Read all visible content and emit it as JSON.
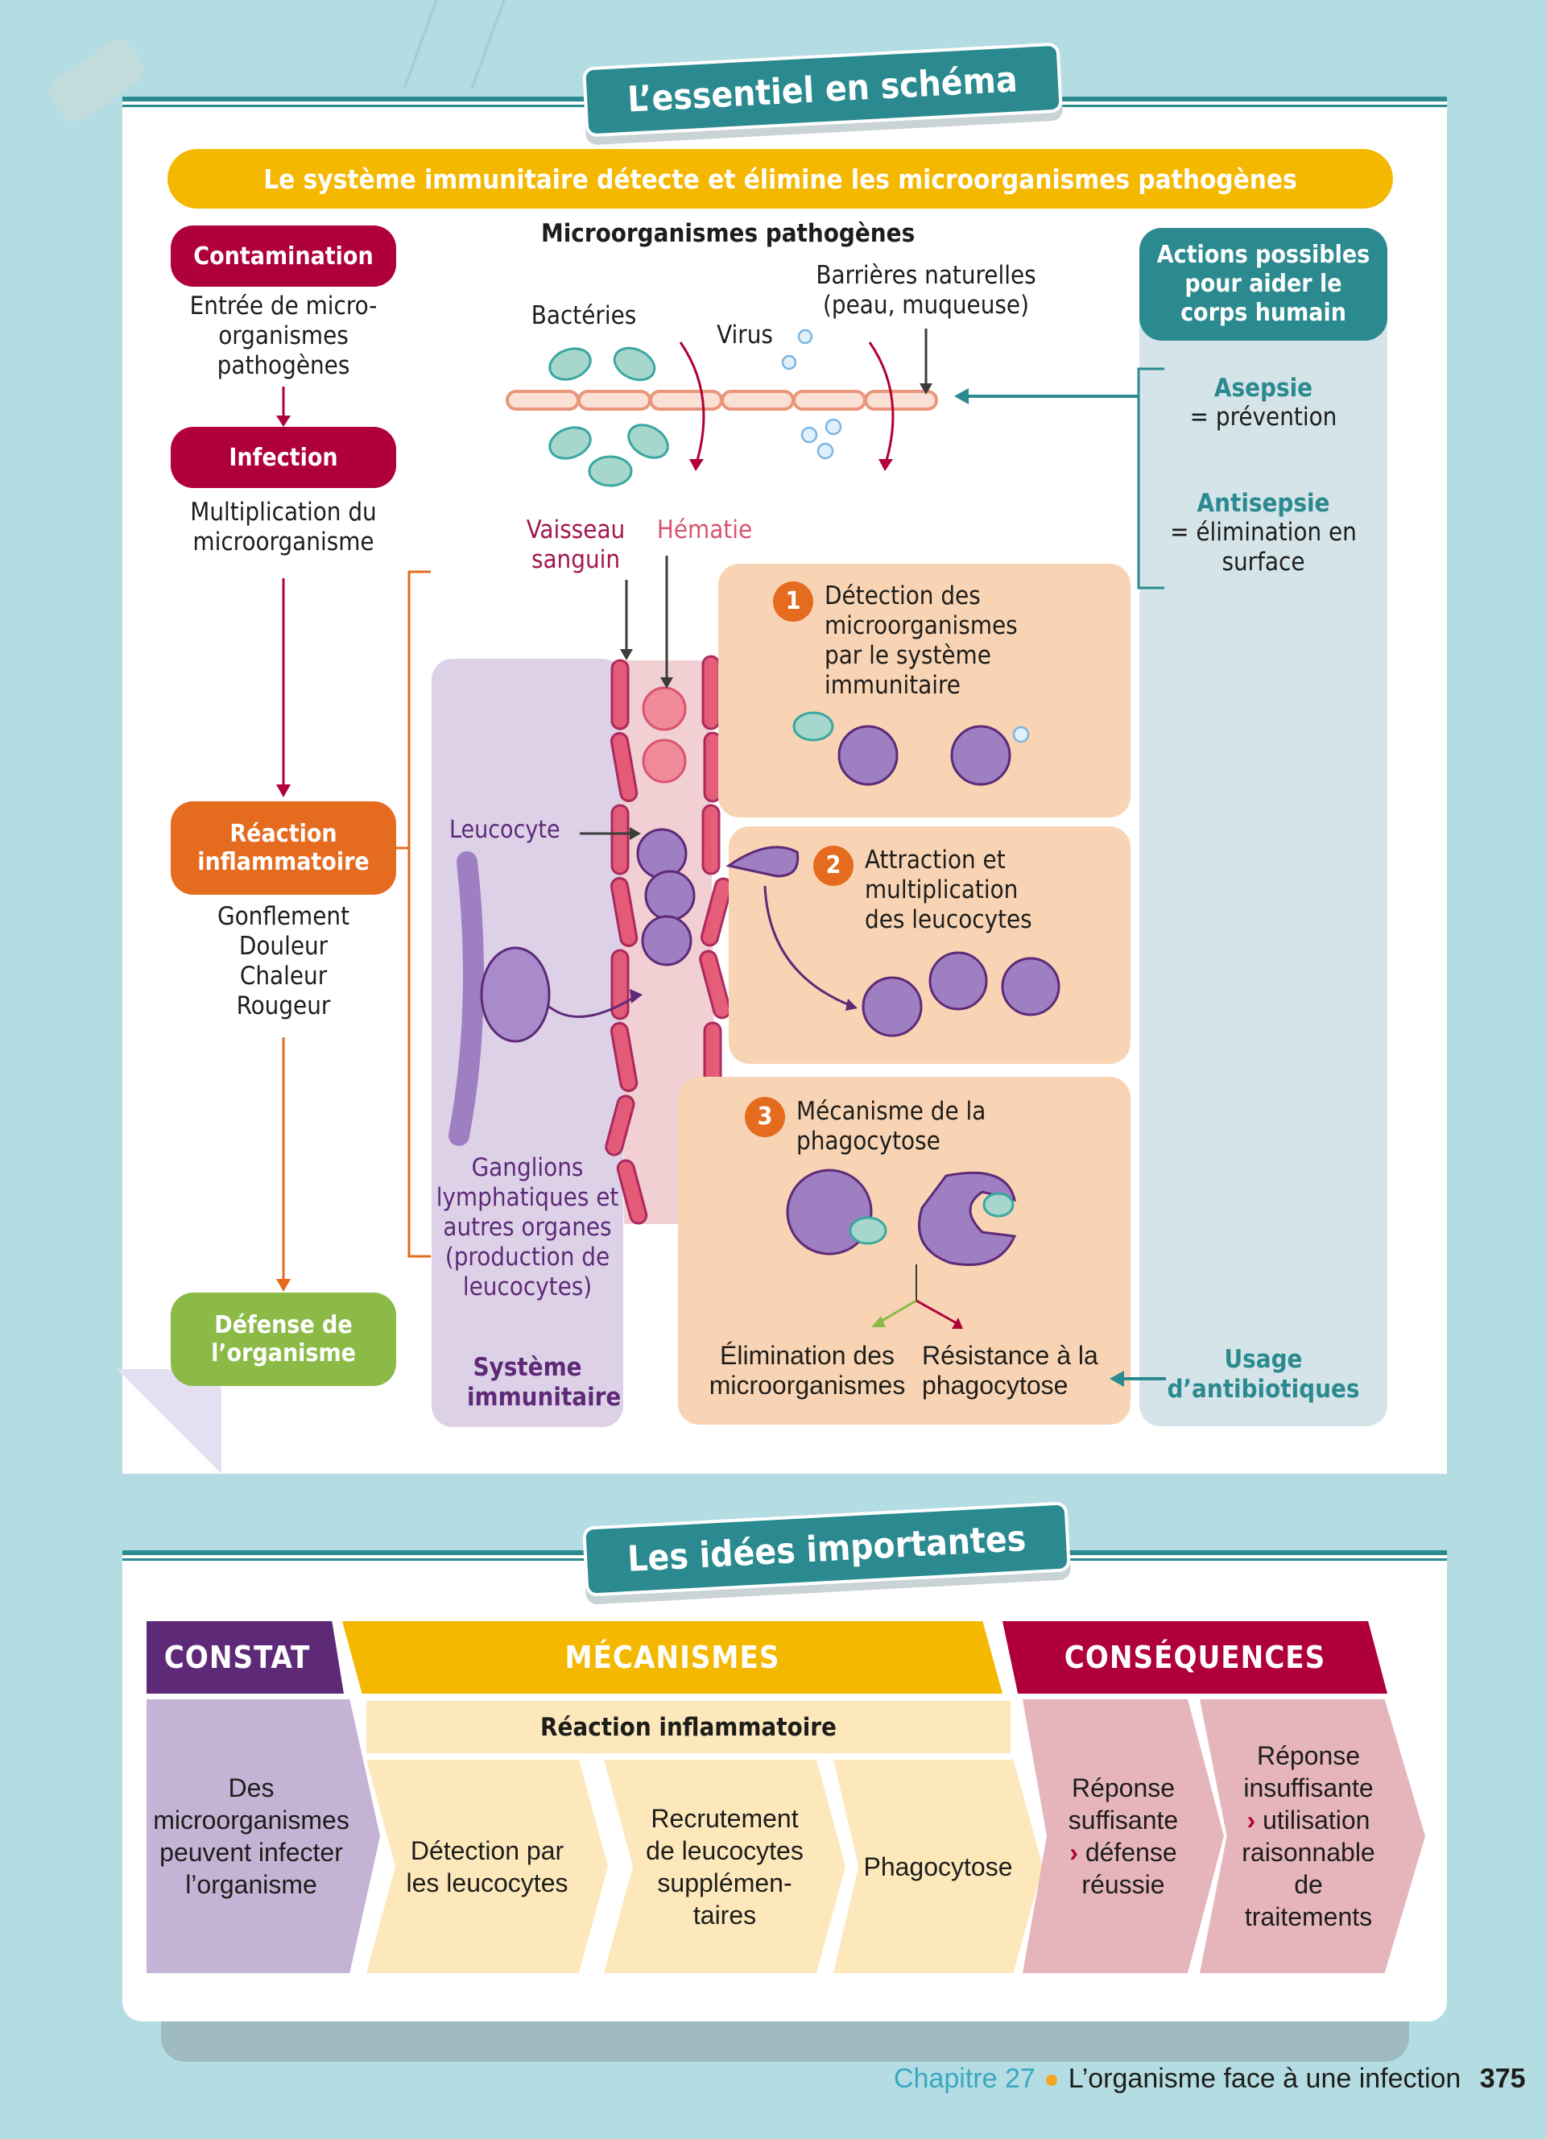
{
  "section1": {
    "tag": "L’essentiel en schéma",
    "banner": "Le système immunitaire détecte et élimine les microorganismes pathogènes",
    "colors": {
      "banner": "#f5b800",
      "crimson": "#b0003a",
      "orange": "#e56b1f",
      "green": "#8cba47",
      "teal": "#2a8a8f",
      "purple": "#5e2a78"
    },
    "flow": {
      "contamination": {
        "label": "Contamination",
        "desc": "Entrée de micro-organismes pathogènes"
      },
      "infection": {
        "label": "Infection",
        "desc": "Multiplication du microorganisme"
      },
      "reaction": {
        "label": "Réaction inflammatoire",
        "symptoms": [
          "Gonflement",
          "Douleur",
          "Chaleur",
          "Rougeur"
        ]
      },
      "defense": {
        "label": "Défense de l’organisme"
      }
    },
    "pathogens": {
      "title": "Microorganismes pathogènes",
      "bacteria": "Bactéries",
      "virus": "Virus",
      "barrier": "Barrières naturelles (peau, muqueuse)"
    },
    "vessel": {
      "vessel_label": "Vaisseau sanguin",
      "hematie_label": "Hématie",
      "leucocyte_label": "Leucocyte"
    },
    "immune_system": {
      "organs": "Ganglions lymphatiques et autres organes (production de leucocytes)",
      "title": "Système immunitaire"
    },
    "steps": [
      {
        "num": "1",
        "text": "Détection des microorganismes par le système immunitaire"
      },
      {
        "num": "2",
        "text": "Attraction et multiplication des leucocytes"
      },
      {
        "num": "3",
        "text": "Mécanisme de la phagocytose"
      }
    ],
    "outcomes": {
      "elimination": "Élimination des microorganismes",
      "resistance": "Résistance à la phagocytose"
    },
    "actions": {
      "title": "Actions possibles pour aider le corps humain",
      "asepsie": {
        "term": "Asepsie",
        "def": "= prévention"
      },
      "antisepsie": {
        "term": "Antisepsie",
        "def": "= élimination en surface"
      },
      "antibiotics": "Usage d’antibiotiques"
    }
  },
  "section2": {
    "tag": "Les idées importantes",
    "headers": {
      "constat": "CONSTAT",
      "mecanismes": "MÉCANISMES",
      "consequences": "CONSÉQUENCES"
    },
    "constat": "Des microorganismes peuvent infecter l’organisme",
    "mechanisms_title": "Réaction inflammatoire",
    "mechanisms": [
      "Détection par les leucocytes",
      "Recrutement de leucocytes supplémen-taires",
      "Phagocytose"
    ],
    "consequences": [
      {
        "lead": "Réponse suffisante",
        "result": "défense réussie"
      },
      {
        "lead": "Réponse insuffisante",
        "result": "utilisation raisonnable de traitements"
      }
    ]
  },
  "footer": {
    "chapter": "Chapitre 27",
    "title": "L’organisme face à une infection",
    "page": "375"
  }
}
